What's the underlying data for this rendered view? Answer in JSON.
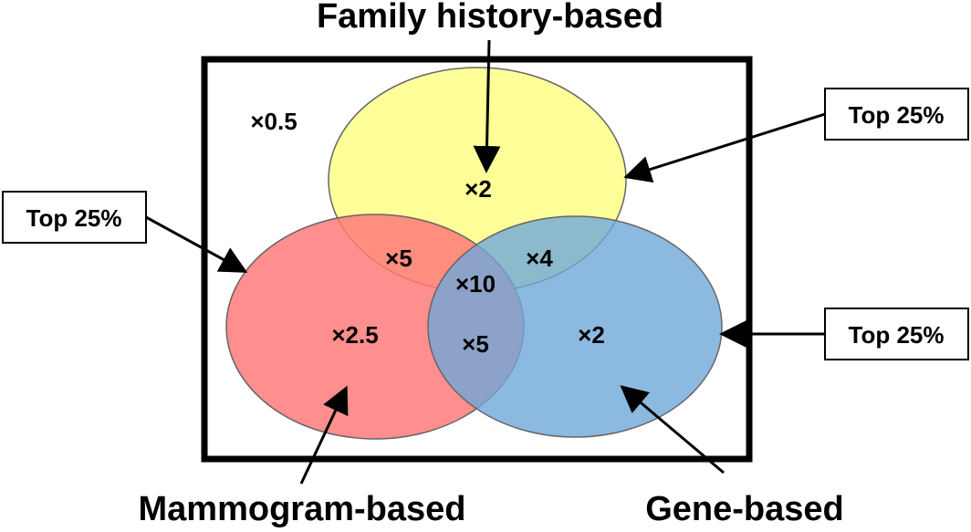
{
  "titles": {
    "top": "Family history-based",
    "bottom_left": "Mammogram-based",
    "bottom_right": "Gene-based"
  },
  "boxes": {
    "left": "Top 25%",
    "top_right": "Top 25%",
    "right": "Top 25%"
  },
  "values": {
    "outside": "×0.5",
    "family_only": "×2",
    "mammogram_only": "×2.5",
    "gene_only": "×2",
    "family_mammogram": "×5",
    "family_gene": "×4",
    "mammogram_gene": "×5",
    "all_three": "×10"
  },
  "colors": {
    "family": "#ffff80",
    "mammogram": "#ff7a7a",
    "gene": "#6fa8d8",
    "frame": "#000000"
  }
}
